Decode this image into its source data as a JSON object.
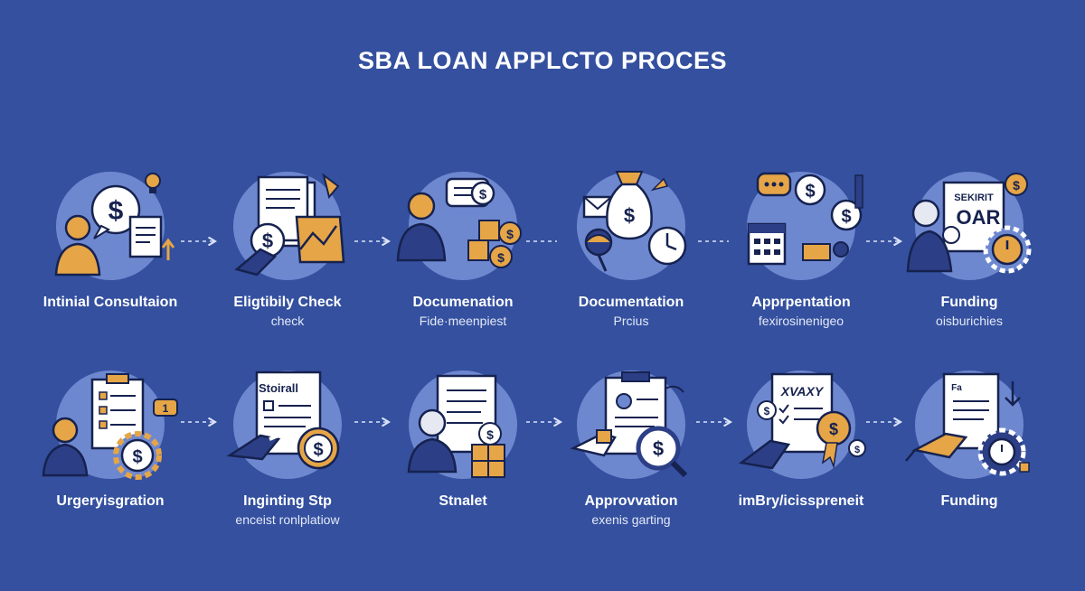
{
  "title": "SBA LOAN APPLCTO  PROCES",
  "row1": [
    {
      "label": "Intinial Consultaion",
      "sub": ""
    },
    {
      "label": "Eligtibily Check",
      "sub": "check"
    },
    {
      "label": "Documenation",
      "sub": "Fide·meenpiest"
    },
    {
      "label": "Documentation",
      "sub": "Prcius"
    },
    {
      "label": "Apprpentation",
      "sub": "fexirosinenigeo"
    },
    {
      "label": "Funding",
      "sub": "oisburichies"
    }
  ],
  "row2": [
    {
      "label": "Urgeryisgration",
      "sub": ""
    },
    {
      "label": "Inginting Stp",
      "sub": "enceist ronlplatiow"
    },
    {
      "label": "Stnalet",
      "sub": ""
    },
    {
      "label": "Approvvation",
      "sub": "exenis garting"
    },
    {
      "label": "imBry/icisspreneit",
      "sub": ""
    },
    {
      "label": "Funding",
      "sub": ""
    }
  ],
  "icon_text": {
    "dollar": "$",
    "badge_number": "1",
    "board_line1": "SEKIRIT",
    "board_line2": "OAR",
    "doc_header": "Stoirall",
    "doc_tiny": "Fa",
    "doc_scrawl": "XVAXY"
  },
  "colors": {
    "background": "#34509f",
    "circle": "#6e88d0",
    "accent": "#e6a546",
    "outline": "#16224f",
    "paper": "#ffffff",
    "figure": "#2c3f86"
  }
}
